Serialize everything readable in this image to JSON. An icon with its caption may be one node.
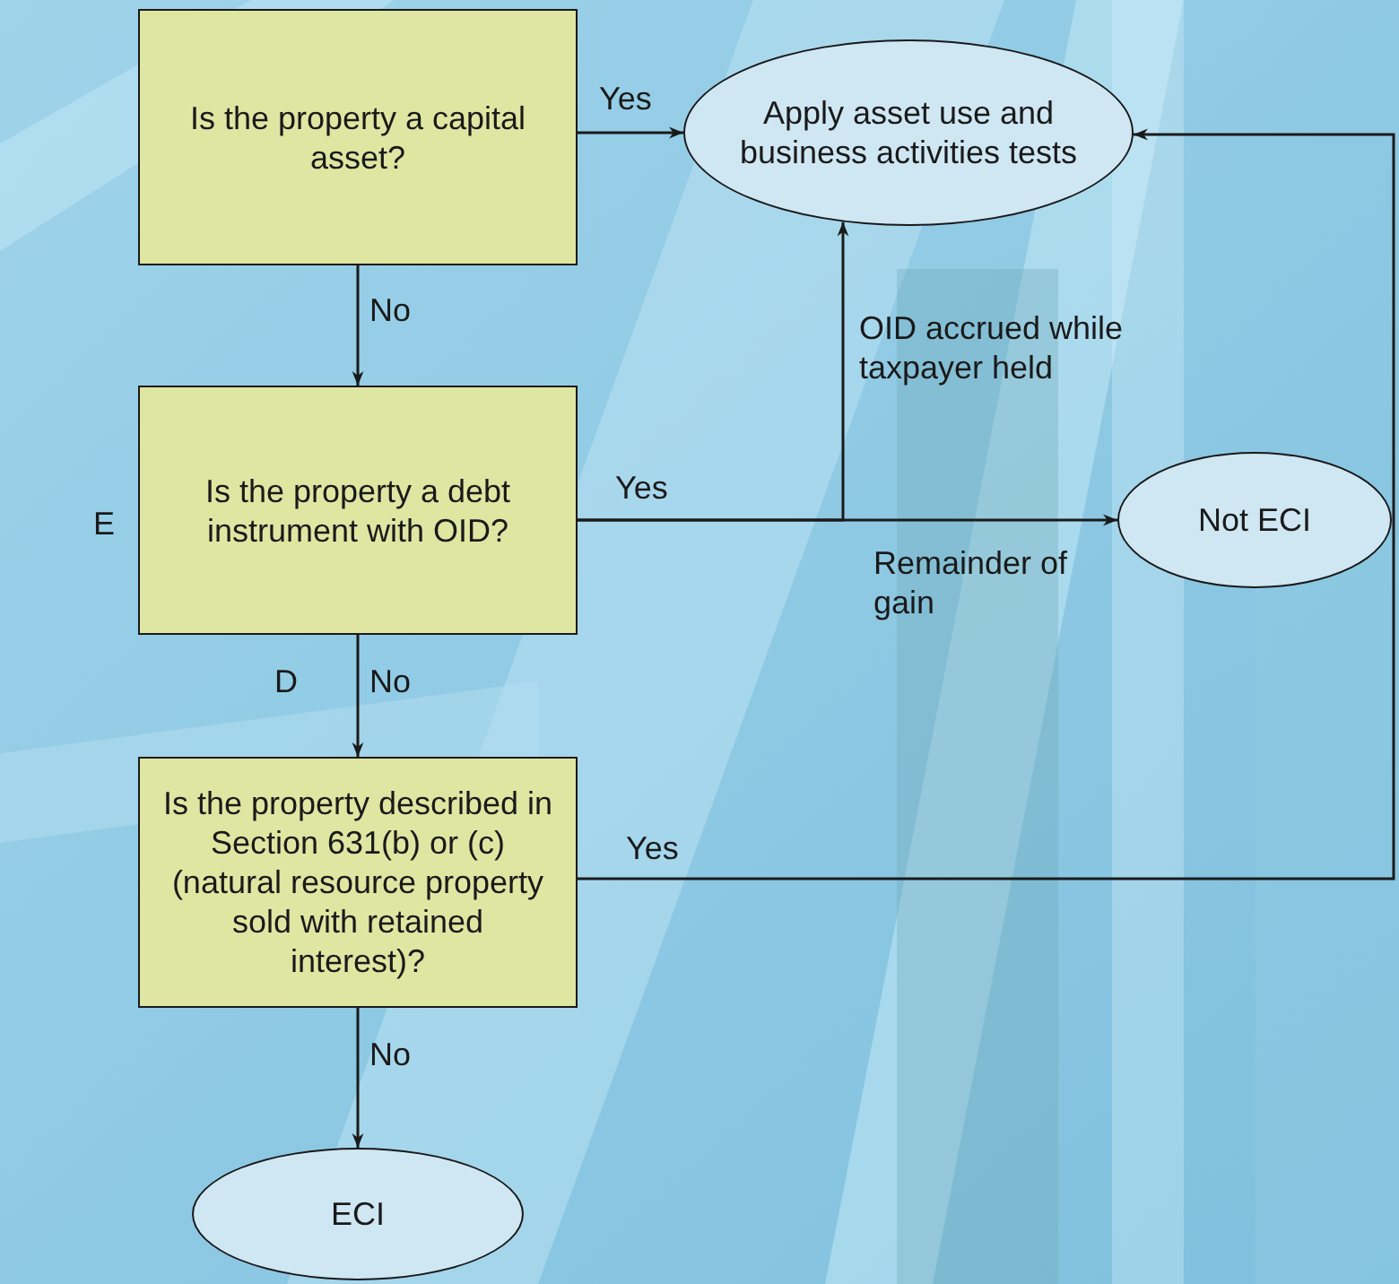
{
  "diagram": {
    "nodes": [
      {
        "text": [
          "Is the property a capital asset?"
        ]
      },
      {
        "text": [
          "Apply asset use and business activities tests"
        ]
      },
      {
        "text": [
          "Is the property a debt instrument with OID?"
        ]
      },
      {
        "text": [
          "Not ECI"
        ]
      },
      {
        "text": [
          "Is the property described in Section 631(b) or (c) (natural resource property sold with retained interest)?"
        ]
      },
      {
        "text": [
          "ECI"
        ]
      }
    ],
    "edges": [
      {
        "from": 0,
        "to": 1,
        "arrow": "to",
        "label": "Yes"
      },
      {
        "from": 0,
        "to": 2,
        "arrow": "to",
        "label": "No"
      },
      {
        "from": 2,
        "to": 3,
        "arrow": "to",
        "label": "Remainder of gain"
      },
      {
        "from": 2,
        "to": 1,
        "arrow": "to",
        "label": "OID accrued while taxpayer held"
      },
      {
        "from": 2,
        "to": 4,
        "arrow": "to",
        "label": "No"
      },
      {
        "from": 4,
        "to": 1,
        "arrow": "to",
        "label": "Yes"
      },
      {
        "from": 4,
        "to": 5,
        "arrow": "to",
        "label": "No"
      }
    ],
    "labels": [
      "Yes",
      "E",
      "D"
    ]
  }
}
